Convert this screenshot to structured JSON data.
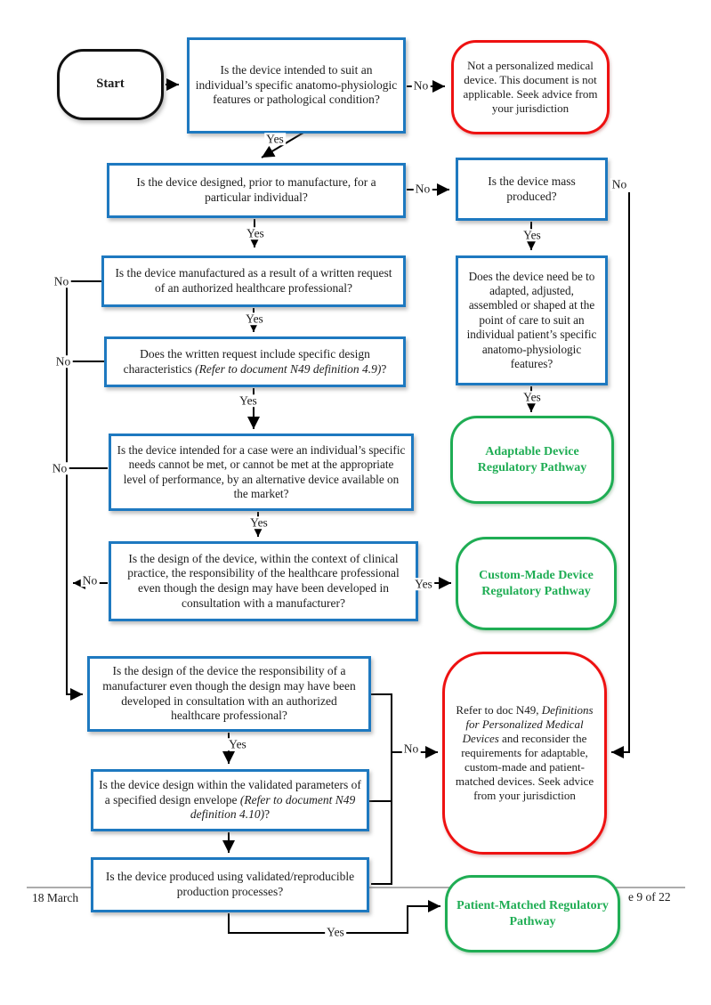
{
  "page": {
    "footer_left": "18 March",
    "footer_right": "e 9 of 22"
  },
  "labels": {
    "yes": "Yes",
    "no": "No"
  },
  "colors": {
    "question_border": "#1E79C0",
    "terminal_stop": "#EE1111",
    "pathway": "#1FAD54",
    "text": "#1b1b1b"
  },
  "nodes": {
    "start": {
      "label": "Start"
    },
    "q1": {
      "text": "Is the device intended to suit an individual’s specific anatomo-physiologic features or pathological condition?"
    },
    "end_not_personalized": {
      "text": "Not a personalized medical device. This document is not applicable.  Seek advice from your jurisdiction"
    },
    "q2": {
      "text": "Is the device designed, prior to manufacture, for a particular individual?"
    },
    "q_mass": {
      "text": "Is the device mass produced?"
    },
    "q_adapt": {
      "text": "Does the device need be to adapted, adjusted, assembled or shaped at the point of care to suit an individual patient’s specific anatomo-physiologic features?"
    },
    "end_adaptable": {
      "text": "Adaptable Device Regulatory Pathway"
    },
    "q3": {
      "text": "Is the device manufactured as a result of a written request of an authorized healthcare professional?"
    },
    "q4": {
      "pre": "Does the written request include specific design characteristics ",
      "italic": "(Refer to document N49 definition 4.9)",
      "post": "?"
    },
    "q5": {
      "text": "Is the device intended for a case were an individual’s specific needs cannot be met, or cannot be met at the appropriate level of performance, by an alternative device available on the market?"
    },
    "q6": {
      "text": "Is the design of the device, within the context of clinical practice, the responsibility of the healthcare professional even though the design may have been developed in consultation with a manufacturer?"
    },
    "end_custom": {
      "text": "Custom-Made Device Regulatory Pathway"
    },
    "q7": {
      "text": "Is the design of the device the responsibility of a manufacturer even though the design may have been developed in consultation with an authorized healthcare professional?"
    },
    "q8": {
      "pre": "Is the device design within the validated parameters of a specified design envelope ",
      "italic": "(Refer to document N49 definition 4.10)",
      "post": "?"
    },
    "q9": {
      "text": "Is the device produced using validated/reproducible production processes?"
    },
    "end_reconsider": {
      "pre": "Refer to doc N49, ",
      "italic": "Definitions for Personalized Medical Devices",
      "post": " and reconsider the requirements for adaptable, custom-made and patient-matched devices. Seek advice from your jurisdiction"
    },
    "end_patient_matched": {
      "text": "Patient-Matched Regulatory Pathway"
    }
  }
}
